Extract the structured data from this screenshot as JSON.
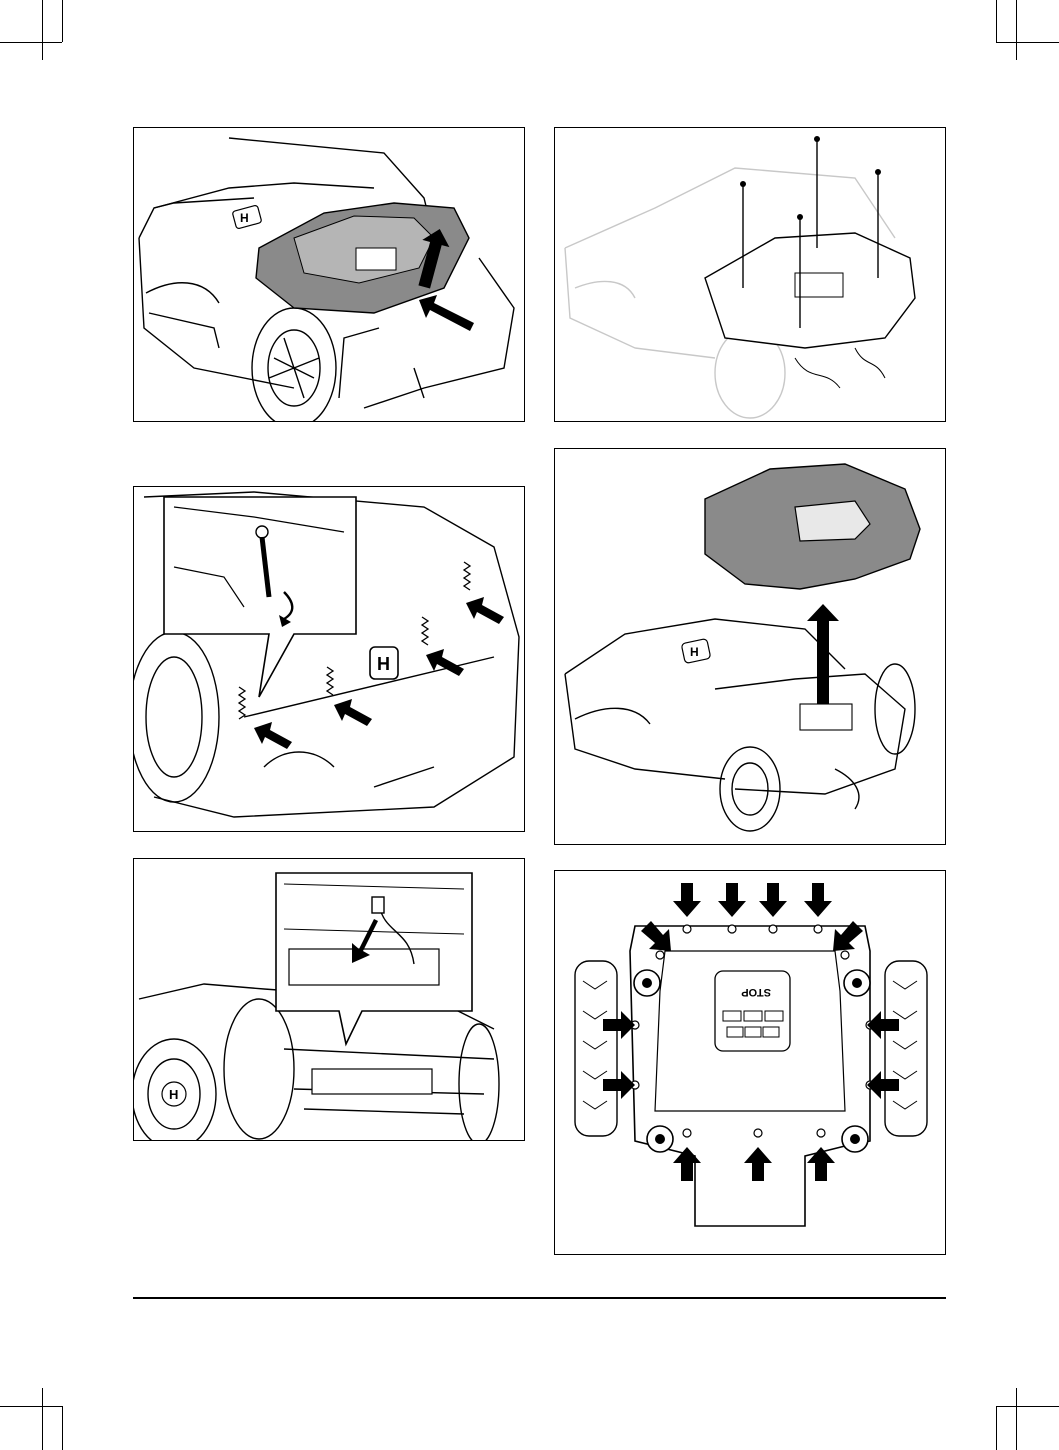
{
  "page": {
    "figures": [
      {
        "id": "fig-1",
        "subject": "lift-rear-cover",
        "brand_mark": "H"
      },
      {
        "id": "fig-2",
        "subject": "four-callout-points"
      },
      {
        "id": "fig-3",
        "subject": "release-springs",
        "brand_mark": "H"
      },
      {
        "id": "fig-4",
        "subject": "remove-body",
        "brand_mark": "H"
      },
      {
        "id": "fig-5",
        "subject": "disconnect-cable",
        "brand_mark": "H"
      },
      {
        "id": "fig-6",
        "subject": "chassis-screws",
        "panel_label": "STOP"
      }
    ]
  },
  "colors": {
    "ink": "#000000",
    "shade": "#8a8a8a",
    "light": "#b5b5b5",
    "ghost": "#c8c8c8"
  }
}
